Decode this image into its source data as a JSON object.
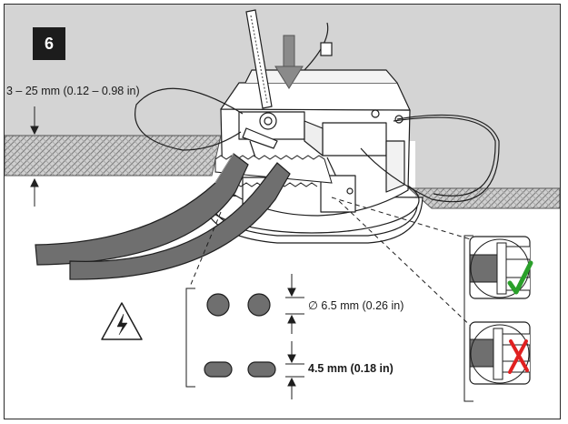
{
  "step": {
    "number": "6"
  },
  "ceiling": {
    "thickness_label": "3 – 25 mm (0.12 – 0.98 in)"
  },
  "knockouts": {
    "round_label": "∅ 6.5 mm (0.26 in)",
    "oval_label": "4.5 mm (0.18 in)"
  },
  "icons": {
    "warning": "high-voltage-warning-icon",
    "correct": "green-check-icon",
    "incorrect": "red-cross-icon"
  },
  "colors": {
    "ceiling_background": "#d4d4d4",
    "ceiling_hatch": "#8a8a8a",
    "cable": "#6f6f6f",
    "check": "#2aa02a",
    "cross": "#e02020",
    "line": "#1e1e1e"
  }
}
